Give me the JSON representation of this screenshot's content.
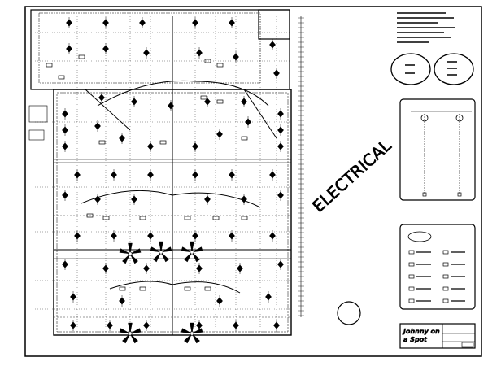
{
  "sheet": {
    "watermark": "ELECTRICAL",
    "title_block": {
      "brand_line1": "Johnny on",
      "brand_line2": "a Spot"
    }
  },
  "colors": {
    "ink": "#000000",
    "paper": "#ffffff"
  },
  "icons": {
    "fan": "ceiling-fan-icon",
    "light": "light-fixture-icon",
    "outlet": "outlet-icon",
    "compass": "north-arrow-icon"
  }
}
